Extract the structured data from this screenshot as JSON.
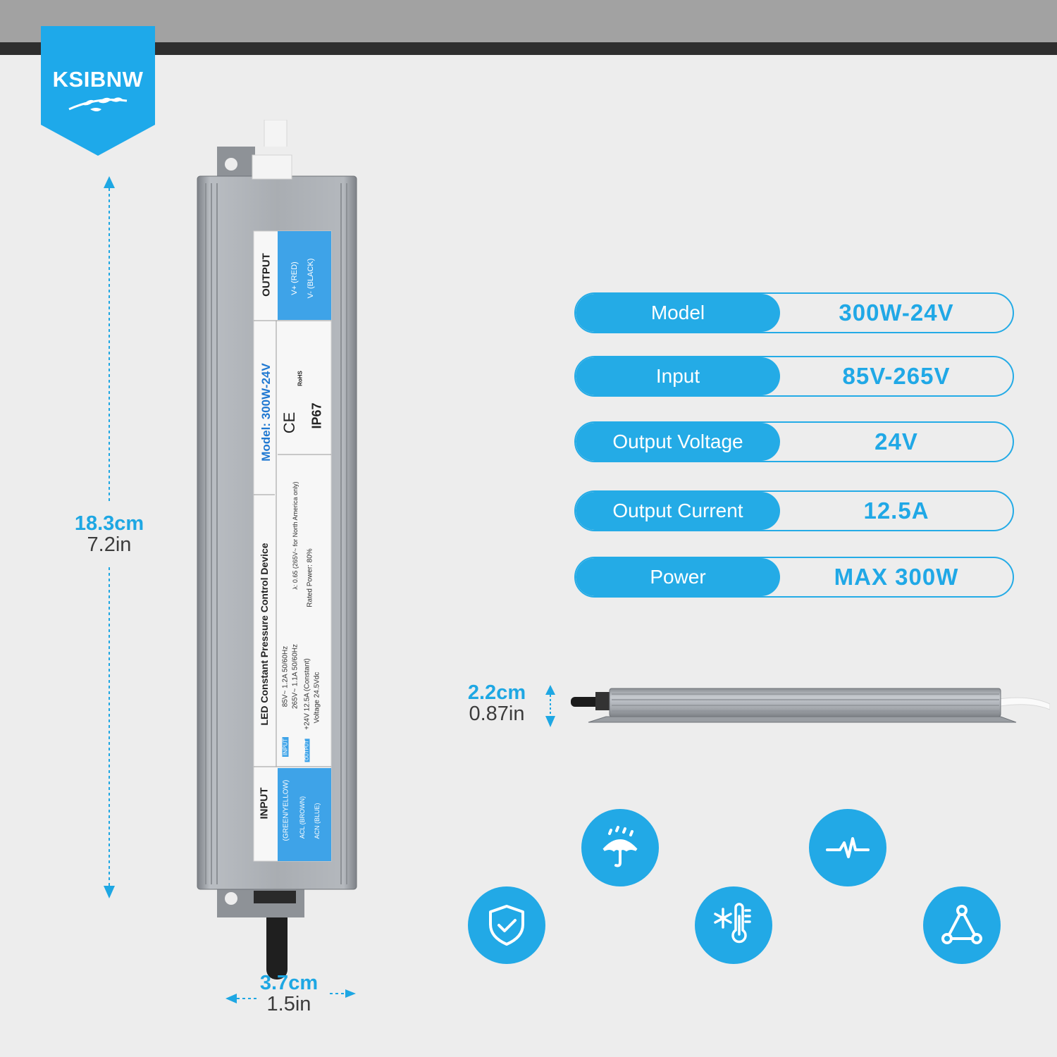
{
  "brand": {
    "name": "KSIBNW"
  },
  "dimensions": {
    "height_cm": "18.3cm",
    "height_in": "7.2in",
    "width_cm": "3.7cm",
    "width_in": "1.5in",
    "depth_cm": "2.2cm",
    "depth_in": "0.87in"
  },
  "label": {
    "output_title": "OUTPUT",
    "output_v_plus": "V+   (RED)",
    "output_v_minus": "V-   (BLACK)",
    "model": "Model: 300W-24V",
    "ip": "IP67",
    "rohs": "RoHS",
    "device_title": "LED Constant Pressure Control Device",
    "input_tag": "INPUT",
    "output_tag": "OUTPUT",
    "line1": "85V~ 1.2A 50/60Hz",
    "line2": "265V~ 1.1A 50/60Hz",
    "line3": "+24V  12.5A  (Constant)",
    "line4": "Voltage 24.5Vdc",
    "line5": "λ: 0.65 (265V~ for North America only)",
    "line6": "Rated Power: 80%",
    "input_title": "INPUT",
    "input_l1": "(GREEN/YELLOW)",
    "input_l2": "ACL (BROWN)",
    "input_l3": "ACN (BLUE)"
  },
  "specs": [
    {
      "label": "Model",
      "value": "300W-24V"
    },
    {
      "label": "Input",
      "value": "85V-265V"
    },
    {
      "label": "Output Voltage",
      "value": "24V"
    },
    {
      "label": "Output Current",
      "value": "12.5A"
    },
    {
      "label": "Power",
      "value": "MAX 300W"
    }
  ],
  "feature_icons": [
    "umbrella-rain-icon",
    "heartbeat-icon",
    "shield-check-icon",
    "thermometer-snowflake-icon",
    "triangle-nodes-icon"
  ],
  "colors": {
    "accent": "#24abe6",
    "background": "#ededed"
  }
}
